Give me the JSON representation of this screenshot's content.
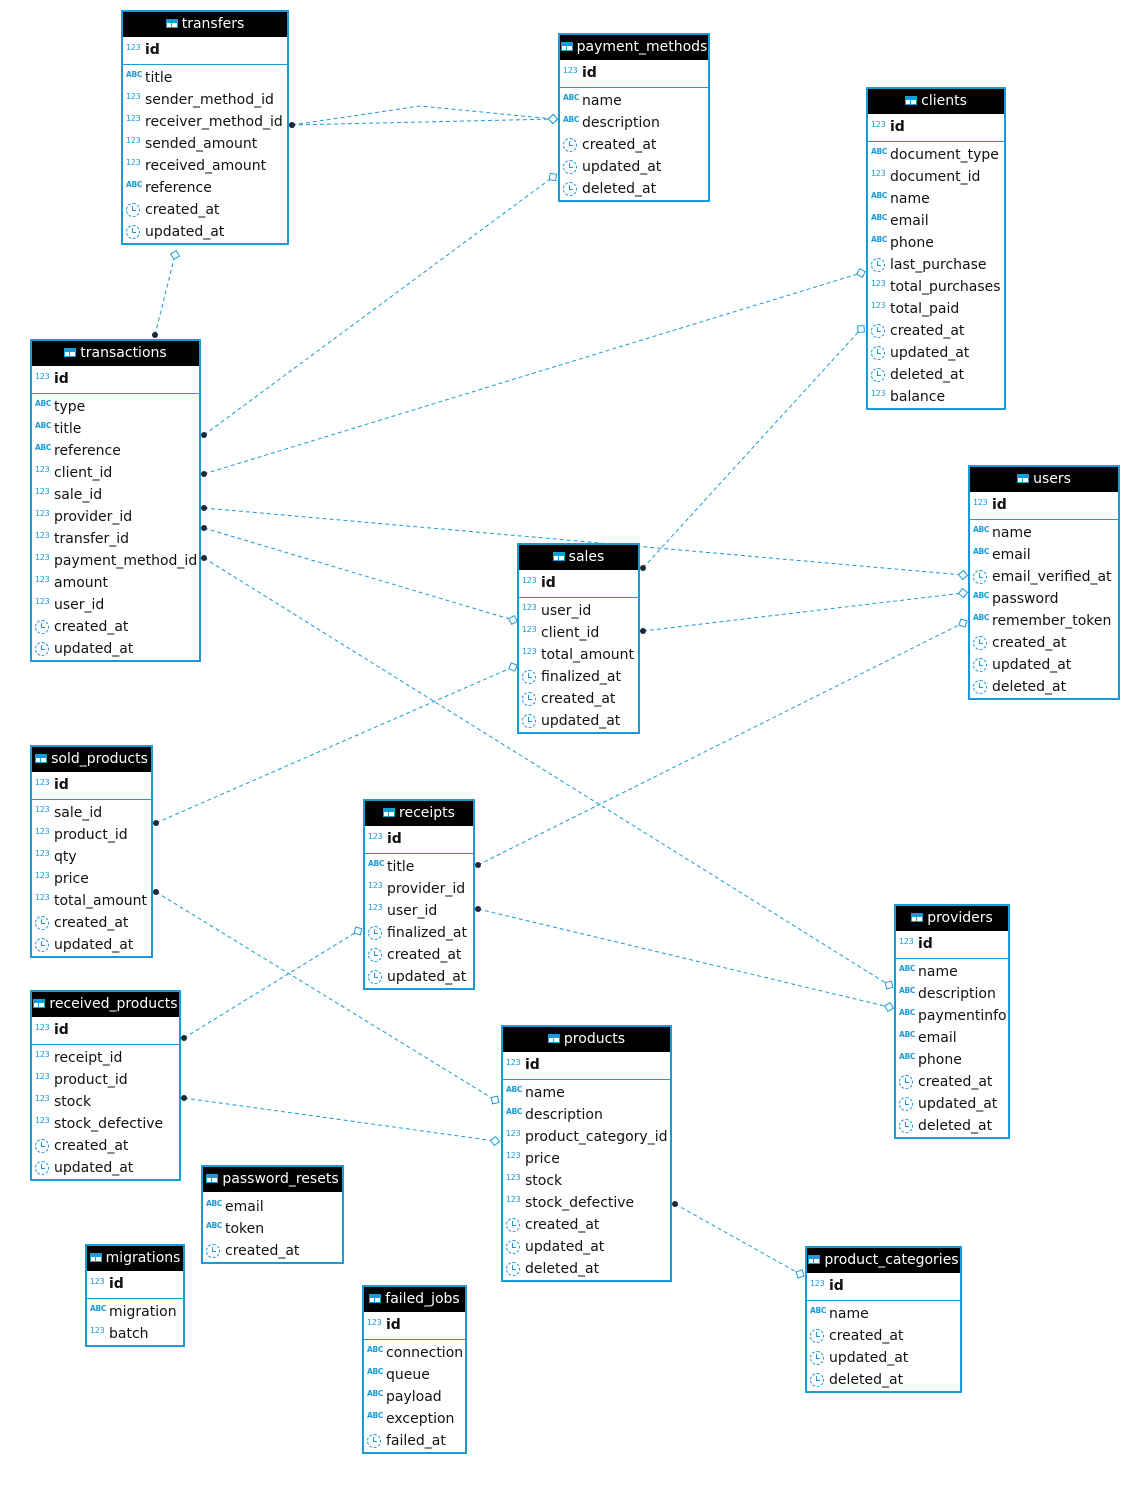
{
  "colors": {
    "accent": "#1a9bd7",
    "header_bg": "#000000",
    "header_text": "#ffffff"
  },
  "icons": {
    "table": "table-icon",
    "number": "number-type-icon",
    "text": "text-type-icon",
    "datetime": "datetime-type-icon"
  },
  "type_labels": {
    "number": "123",
    "text": "ABC"
  },
  "tables": [
    {
      "name": "transfers",
      "pk": "id",
      "columns": [
        {
          "name": "title",
          "type": "text"
        },
        {
          "name": "sender_method_id",
          "type": "number"
        },
        {
          "name": "receiver_method_id",
          "type": "number"
        },
        {
          "name": "sended_amount",
          "type": "number"
        },
        {
          "name": "received_amount",
          "type": "number"
        },
        {
          "name": "reference",
          "type": "text"
        },
        {
          "name": "created_at",
          "type": "datetime"
        },
        {
          "name": "updated_at",
          "type": "datetime"
        }
      ]
    },
    {
      "name": "payment_methods",
      "pk": "id",
      "columns": [
        {
          "name": "name",
          "type": "text"
        },
        {
          "name": "description",
          "type": "text"
        },
        {
          "name": "created_at",
          "type": "datetime"
        },
        {
          "name": "updated_at",
          "type": "datetime"
        },
        {
          "name": "deleted_at",
          "type": "datetime"
        }
      ]
    },
    {
      "name": "clients",
      "pk": "id",
      "columns": [
        {
          "name": "document_type",
          "type": "text"
        },
        {
          "name": "document_id",
          "type": "number"
        },
        {
          "name": "name",
          "type": "text"
        },
        {
          "name": "email",
          "type": "text"
        },
        {
          "name": "phone",
          "type": "text"
        },
        {
          "name": "last_purchase",
          "type": "datetime"
        },
        {
          "name": "total_purchases",
          "type": "number"
        },
        {
          "name": "total_paid",
          "type": "number"
        },
        {
          "name": "created_at",
          "type": "datetime"
        },
        {
          "name": "updated_at",
          "type": "datetime"
        },
        {
          "name": "deleted_at",
          "type": "datetime"
        },
        {
          "name": "balance",
          "type": "number"
        }
      ]
    },
    {
      "name": "transactions",
      "pk": "id",
      "columns": [
        {
          "name": "type",
          "type": "text"
        },
        {
          "name": "title",
          "type": "text"
        },
        {
          "name": "reference",
          "type": "text"
        },
        {
          "name": "client_id",
          "type": "number"
        },
        {
          "name": "sale_id",
          "type": "number"
        },
        {
          "name": "provider_id",
          "type": "number"
        },
        {
          "name": "transfer_id",
          "type": "number"
        },
        {
          "name": "payment_method_id",
          "type": "number"
        },
        {
          "name": "amount",
          "type": "number"
        },
        {
          "name": "user_id",
          "type": "number"
        },
        {
          "name": "created_at",
          "type": "datetime"
        },
        {
          "name": "updated_at",
          "type": "datetime"
        }
      ]
    },
    {
      "name": "users",
      "pk": "id",
      "columns": [
        {
          "name": "name",
          "type": "text"
        },
        {
          "name": "email",
          "type": "text"
        },
        {
          "name": "email_verified_at",
          "type": "datetime"
        },
        {
          "name": "password",
          "type": "text"
        },
        {
          "name": "remember_token",
          "type": "text"
        },
        {
          "name": "created_at",
          "type": "datetime"
        },
        {
          "name": "updated_at",
          "type": "datetime"
        },
        {
          "name": "deleted_at",
          "type": "datetime"
        }
      ]
    },
    {
      "name": "sales",
      "pk": "id",
      "columns": [
        {
          "name": "user_id",
          "type": "number"
        },
        {
          "name": "client_id",
          "type": "number"
        },
        {
          "name": "total_amount",
          "type": "number"
        },
        {
          "name": "finalized_at",
          "type": "datetime"
        },
        {
          "name": "created_at",
          "type": "datetime"
        },
        {
          "name": "updated_at",
          "type": "datetime"
        }
      ]
    },
    {
      "name": "sold_products",
      "pk": "id",
      "columns": [
        {
          "name": "sale_id",
          "type": "number"
        },
        {
          "name": "product_id",
          "type": "number"
        },
        {
          "name": "qty",
          "type": "number"
        },
        {
          "name": "price",
          "type": "number"
        },
        {
          "name": "total_amount",
          "type": "number"
        },
        {
          "name": "created_at",
          "type": "datetime"
        },
        {
          "name": "updated_at",
          "type": "datetime"
        }
      ]
    },
    {
      "name": "receipts",
      "pk": "id",
      "columns": [
        {
          "name": "title",
          "type": "text"
        },
        {
          "name": "provider_id",
          "type": "number"
        },
        {
          "name": "user_id",
          "type": "number"
        },
        {
          "name": "finalized_at",
          "type": "datetime"
        },
        {
          "name": "created_at",
          "type": "datetime"
        },
        {
          "name": "updated_at",
          "type": "datetime"
        }
      ]
    },
    {
      "name": "providers",
      "pk": "id",
      "columns": [
        {
          "name": "name",
          "type": "text"
        },
        {
          "name": "description",
          "type": "text"
        },
        {
          "name": "paymentinfo",
          "type": "text"
        },
        {
          "name": "email",
          "type": "text"
        },
        {
          "name": "phone",
          "type": "text"
        },
        {
          "name": "created_at",
          "type": "datetime"
        },
        {
          "name": "updated_at",
          "type": "datetime"
        },
        {
          "name": "deleted_at",
          "type": "datetime"
        }
      ]
    },
    {
      "name": "received_products",
      "pk": "id",
      "columns": [
        {
          "name": "receipt_id",
          "type": "number"
        },
        {
          "name": "product_id",
          "type": "number"
        },
        {
          "name": "stock",
          "type": "number"
        },
        {
          "name": "stock_defective",
          "type": "number"
        },
        {
          "name": "created_at",
          "type": "datetime"
        },
        {
          "name": "updated_at",
          "type": "datetime"
        }
      ]
    },
    {
      "name": "products",
      "pk": "id",
      "columns": [
        {
          "name": "name",
          "type": "text"
        },
        {
          "name": "description",
          "type": "text"
        },
        {
          "name": "product_category_id",
          "type": "number"
        },
        {
          "name": "price",
          "type": "number"
        },
        {
          "name": "stock",
          "type": "number"
        },
        {
          "name": "stock_defective",
          "type": "number"
        },
        {
          "name": "created_at",
          "type": "datetime"
        },
        {
          "name": "updated_at",
          "type": "datetime"
        },
        {
          "name": "deleted_at",
          "type": "datetime"
        }
      ]
    },
    {
      "name": "password_resets",
      "pk": null,
      "columns": [
        {
          "name": "email",
          "type": "text"
        },
        {
          "name": "token",
          "type": "text"
        },
        {
          "name": "created_at",
          "type": "datetime"
        }
      ]
    },
    {
      "name": "migrations",
      "pk": "id",
      "columns": [
        {
          "name": "migration",
          "type": "text"
        },
        {
          "name": "batch",
          "type": "number"
        }
      ]
    },
    {
      "name": "failed_jobs",
      "pk": "id",
      "columns": [
        {
          "name": "connection",
          "type": "text"
        },
        {
          "name": "queue",
          "type": "text"
        },
        {
          "name": "payload",
          "type": "text"
        },
        {
          "name": "exception",
          "type": "text"
        },
        {
          "name": "failed_at",
          "type": "datetime"
        }
      ]
    },
    {
      "name": "product_categories",
      "pk": "id",
      "columns": [
        {
          "name": "name",
          "type": "text"
        },
        {
          "name": "created_at",
          "type": "datetime"
        },
        {
          "name": "updated_at",
          "type": "datetime"
        },
        {
          "name": "deleted_at",
          "type": "datetime"
        }
      ]
    }
  ],
  "relationships": [
    {
      "from": "transfers",
      "column": "sender_method_id",
      "to": "payment_methods"
    },
    {
      "from": "transfers",
      "column": "receiver_method_id",
      "to": "payment_methods"
    },
    {
      "from": "transactions",
      "column": "transfer_id",
      "to": "transfers"
    },
    {
      "from": "transactions",
      "column": "payment_method_id",
      "to": "payment_methods"
    },
    {
      "from": "transactions",
      "column": "client_id",
      "to": "clients"
    },
    {
      "from": "transactions",
      "column": "user_id",
      "to": "users"
    },
    {
      "from": "transactions",
      "column": "sale_id",
      "to": "sales"
    },
    {
      "from": "transactions",
      "column": "provider_id",
      "to": "providers"
    },
    {
      "from": "sales",
      "column": "client_id",
      "to": "clients"
    },
    {
      "from": "sales",
      "column": "user_id",
      "to": "users"
    },
    {
      "from": "sold_products",
      "column": "sale_id",
      "to": "sales"
    },
    {
      "from": "sold_products",
      "column": "product_id",
      "to": "products"
    },
    {
      "from": "receipts",
      "column": "user_id",
      "to": "users"
    },
    {
      "from": "receipts",
      "column": "provider_id",
      "to": "providers"
    },
    {
      "from": "received_products",
      "column": "receipt_id",
      "to": "receipts"
    },
    {
      "from": "received_products",
      "column": "product_id",
      "to": "products"
    },
    {
      "from": "products",
      "column": "product_category_id",
      "to": "product_categories"
    }
  ]
}
